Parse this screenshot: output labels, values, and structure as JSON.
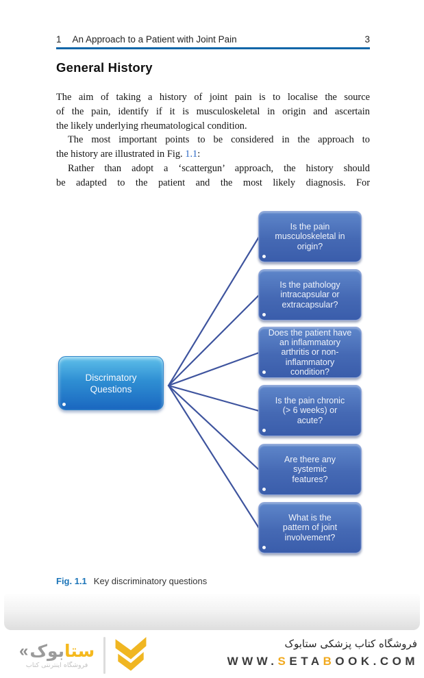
{
  "header": {
    "chapter_number": "1",
    "title": "An Approach to a Patient with Joint Pain",
    "page_number": "3"
  },
  "article": {
    "section_title": "General History",
    "paragraphs": [
      {
        "lines": [
          {
            "full": true,
            "segments": [
              {
                "t": "The aim of taking a history of joint pain is to localise the source"
              }
            ]
          },
          {
            "full": true,
            "segments": [
              {
                "t": "of the pain, identify if it is musculoskeletal in origin and ascertain"
              }
            ]
          },
          {
            "full": false,
            "segments": [
              {
                "t": "the likely underlying rheumatological condition."
              }
            ]
          }
        ]
      },
      {
        "lines": [
          {
            "full": true,
            "segments": [
              {
                "t": "The most important points to be considered in the approach to"
              }
            ]
          },
          {
            "full": false,
            "segments": [
              {
                "t": "the history are illustrated in Fig. "
              },
              {
                "t": "1.1",
                "accent": true
              },
              {
                "t": ":"
              }
            ]
          }
        ]
      },
      {
        "lines": [
          {
            "full": true,
            "segments": [
              {
                "t": "Rather than adopt a ‘scattergun’ approach, the history should"
              }
            ]
          },
          {
            "full": true,
            "segments": [
              {
                "t": "be adapted to the patient and the most likely diagnosis. For"
              }
            ]
          }
        ]
      }
    ]
  },
  "diagram": {
    "root_label": "Discrimatory\nQuestions",
    "questions": [
      {
        "label": "Is the pain\nmusculoskeletal in\norigin?"
      },
      {
        "label": "Is the pathology\nintracapsular or\nextracapsular?"
      },
      {
        "label": "Does the patient have\nan inflammatory\narthritis or non-\ninflammatory\ncondition?"
      },
      {
        "label": "Is the pain chronic\n(> 6 weeks) or\nacute?"
      },
      {
        "label": "Are there any\nsystemic\nfeatures?"
      },
      {
        "label": "What is the\npattern of joint\ninvolvement?"
      }
    ]
  },
  "caption": {
    "fig_label": "Fig. 1.1",
    "text": "Key discriminatory questions"
  },
  "footer": {
    "logo": {
      "guillemet": "«",
      "wordmark_first": "ستا",
      "wordmark_rest": "بوک",
      "tagline": "فروشگاه اینترنتی کتاب",
      "chevron_icon": "double-chevron-down"
    },
    "store_name": "فروشگاه کتاب پزشکی ستابوک",
    "url_segments": [
      {
        "t": "WWW."
      },
      {
        "t": "S",
        "accent": true
      },
      {
        "t": "ETA"
      },
      {
        "t": "B",
        "accent": true
      },
      {
        "t": "OOK.COM"
      }
    ]
  },
  "colors": {
    "header_rule": "#1066a8",
    "figure_ref_link": "#2a66c4",
    "fig_label_blue": "#1b74b8",
    "connector_line": "#3e549e",
    "root_box_top": "#5fc0ea",
    "root_box_bottom": "#1a67c0",
    "question_box_top": "#5e86ca",
    "question_box_bottom": "#3a5dab",
    "accent_yellow": "#f1a91e",
    "logo_gray": "#9b9b9b"
  }
}
